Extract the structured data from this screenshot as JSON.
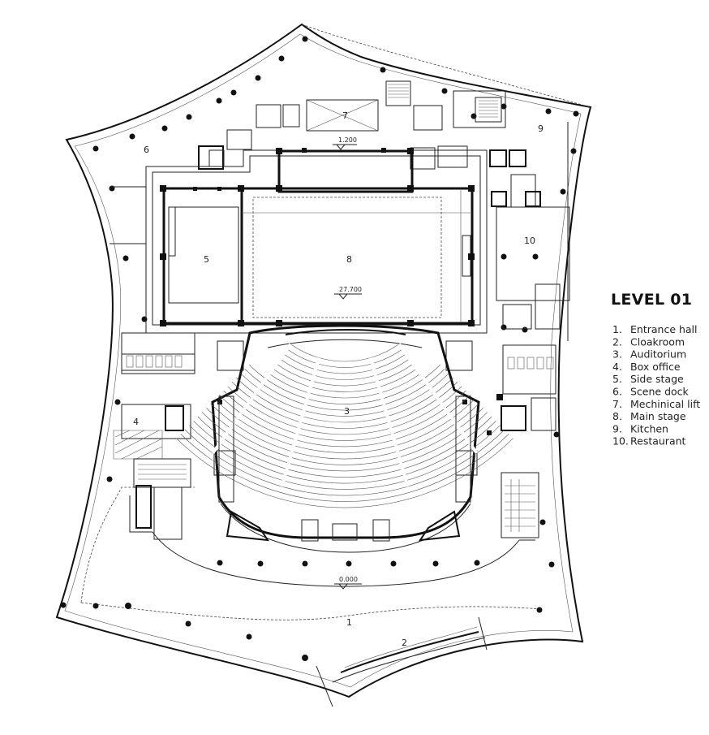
{
  "legend": {
    "title": "LEVEL 01",
    "items": [
      {
        "num": "1.",
        "label": "Entrance hall"
      },
      {
        "num": "2.",
        "label": "Cloakroom"
      },
      {
        "num": "3.",
        "label": "Auditorium"
      },
      {
        "num": "4.",
        "label": "Box office"
      },
      {
        "num": "5.",
        "label": "Side stage"
      },
      {
        "num": "6.",
        "label": "Scene dock"
      },
      {
        "num": "7.",
        "label": "Mechinical lift"
      },
      {
        "num": "8.",
        "label": "Main stage"
      },
      {
        "num": "9.",
        "label": "Kitchen"
      },
      {
        "num": "10.",
        "label": "Restaurant"
      }
    ]
  },
  "rooms": {
    "r1": "1",
    "r2": "2",
    "r3": "3",
    "r4": "4",
    "r5": "5",
    "r6": "6",
    "r7": "7",
    "r8": "8",
    "r9": "9",
    "r10": "10"
  },
  "levels": {
    "rear": "1.200",
    "stage": "27.700",
    "hall": "0.000"
  }
}
